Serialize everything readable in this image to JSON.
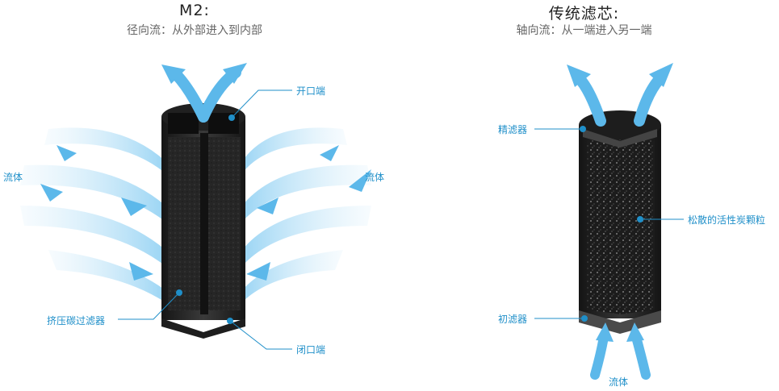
{
  "left": {
    "title": "M2:",
    "subtitle": "径向流：从外部进入到内部",
    "labels": {
      "open_end": "开口端",
      "closed_end": "闭口端",
      "fluid_left": "流体",
      "fluid_right": "流体",
      "extruded_filter": "挤压碳过滤器"
    }
  },
  "right": {
    "title": "传统滤芯:",
    "subtitle": "轴向流：从一端进入另一端",
    "labels": {
      "fine_filter": "精滤器",
      "loose_carbon": "松散的活性炭颗粒",
      "pre_filter": "初滤器",
      "fluid_bottom": "流体"
    }
  },
  "colors": {
    "accent": "#1f8fc9",
    "flow_arrow": "#5cb8ea",
    "filter_dark": "#2a2a2a"
  }
}
